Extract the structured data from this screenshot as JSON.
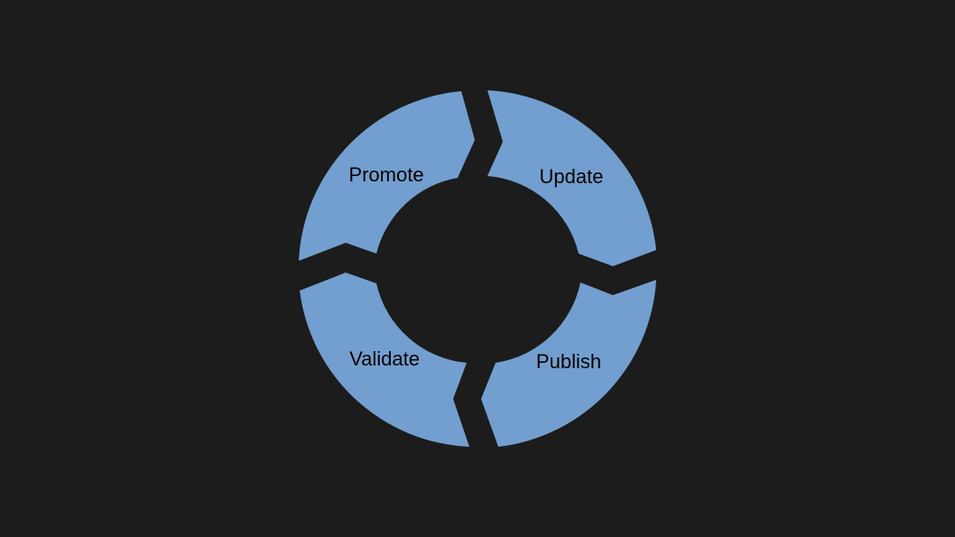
{
  "colors": {
    "background": "#1c1c1c",
    "segment_fill": "#729fcf",
    "label_text": "#000000"
  },
  "diagram": {
    "type": "cycle",
    "stages": [
      {
        "key": "update",
        "label": "Update"
      },
      {
        "key": "publish",
        "label": "Publish"
      },
      {
        "key": "validate",
        "label": "Validate"
      },
      {
        "key": "promote",
        "label": "Promote"
      }
    ]
  }
}
